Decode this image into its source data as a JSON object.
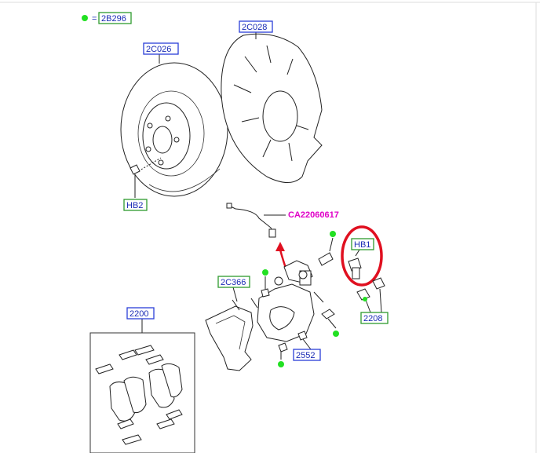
{
  "legend": {
    "symbol": "=",
    "code": "2B296",
    "dot_color": "#22e022"
  },
  "labels": {
    "rotor": "2C026",
    "shield": "2C028",
    "rotor_bolt": "HB2",
    "hose": "CA22060617",
    "guide_bolt": "HB1",
    "bracket": "2C366",
    "caps": "2208",
    "bleeder": "2552",
    "pads": "2200"
  },
  "colors": {
    "blue_label": "#2b3fd8",
    "green_label": "#2e9a2e",
    "magenta_label": "#e000c8",
    "highlight_circle": "#e01020",
    "arrow": "#e01020"
  }
}
